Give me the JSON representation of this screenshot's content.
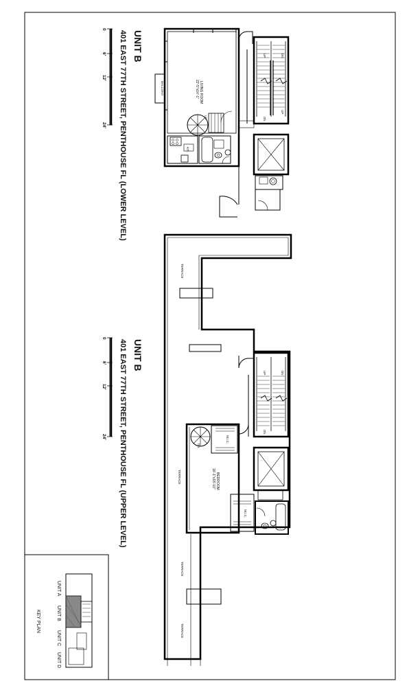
{
  "lower": {
    "title": "UNIT B",
    "subtitle": "401 EAST 77TH STREET, PENTHOUSE FL (LOWER LEVEL)",
    "rooms": {
      "living": "LIVING ROOM",
      "living_dim": "22'-5\"x14'-1\"",
      "balcony": "BALCONY",
      "kitchen": "KIT.",
      "up": "UP"
    },
    "stairs": {
      "dn1": "DN",
      "up1": "UP",
      "dn2": "DN",
      "up2": "UP"
    }
  },
  "upper": {
    "title": "UNIT B",
    "subtitle": "401 EAST 77TH STREET, PENTHOUSE FL (UPPER LEVEL)",
    "rooms": {
      "bedroom": "BEDROOM",
      "bedroom_dim": "16'-1\"x18'-10\"",
      "terrace1": "TERRACE",
      "terrace2": "TERRACE",
      "terrace3": "TERRACE",
      "terrace4": "TERRACE",
      "wic1": "W.I.C.",
      "wic2": "W.I.C.",
      "dn": "DN"
    },
    "stairs": {
      "dn1": "DN",
      "up1": "UP",
      "dn2": "DN"
    }
  },
  "scale_labels": [
    "0",
    "6'",
    "12'",
    "24'"
  ],
  "key_plan": {
    "title": "KEY PLAN",
    "units": [
      "UNIT A",
      "UNIT B",
      "UNIT C",
      "UNIT D"
    ]
  }
}
